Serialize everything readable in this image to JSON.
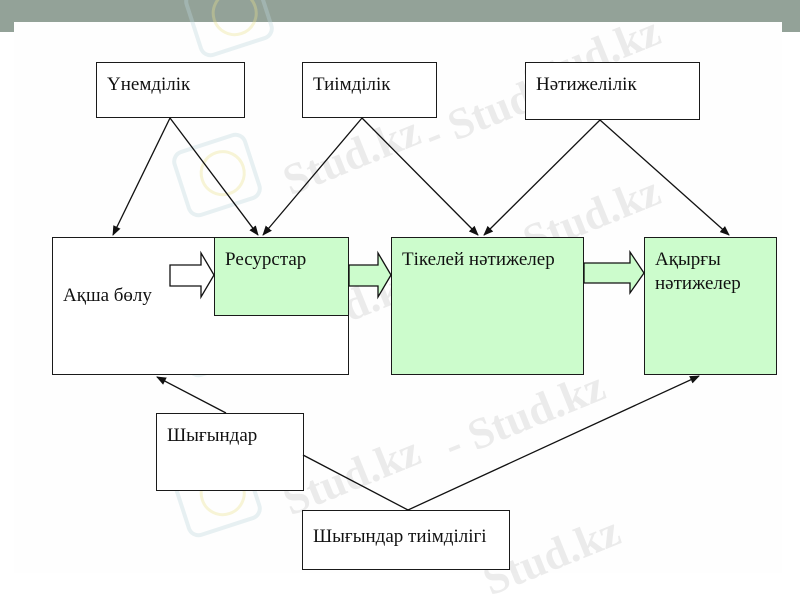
{
  "header": {
    "band_color": "#93a298"
  },
  "colors": {
    "box_fill_green": "#ccfccc",
    "box_fill_white": "#ffffff",
    "stroke": "#1a1a1a"
  },
  "diagram": {
    "top_boxes": [
      {
        "id": "unemdilik",
        "label": "Үнемділік"
      },
      {
        "id": "tiimdilik",
        "label": "Тиімділік"
      },
      {
        "id": "natijelilik",
        "label": "Нәтижелілік"
      }
    ],
    "middle_boxes": [
      {
        "id": "aksha_bolu",
        "label": "Ақша бөлу"
      },
      {
        "id": "resurstar",
        "label": "Ресурстар"
      },
      {
        "id": "tikelei",
        "label": "Тікелей нәтижелер"
      },
      {
        "id": "akyrgy",
        "label_line1": "Ақырғы",
        "label_line2": "нәтижелер"
      }
    ],
    "bottom_boxes": [
      {
        "id": "shygyndar",
        "label": "Шығындар"
      },
      {
        "id": "shygyndar_tiimdiligi",
        "label": "Шығындар тиімділігі"
      }
    ],
    "edges": [
      {
        "from": "Үнемділік",
        "to": "Ақша бөлу",
        "type": "arrow"
      },
      {
        "from": "Үнемділік",
        "to": "Ресурстар",
        "type": "arrow"
      },
      {
        "from": "Тиімділік",
        "to": "Ресурстар",
        "type": "arrow"
      },
      {
        "from": "Тиімділік",
        "to": "Тікелей нәтижелер",
        "type": "arrow"
      },
      {
        "from": "Нәтижелілік",
        "to": "Тікелей нәтижелер",
        "type": "arrow"
      },
      {
        "from": "Нәтижелілік",
        "to": "Ақырғы нәтижелер",
        "type": "arrow"
      },
      {
        "from": "Ақша бөлу",
        "to": "Ресурстар",
        "type": "block-arrow"
      },
      {
        "from": "Ресурстар",
        "to": "Тікелей нәтижелер",
        "type": "block-arrow"
      },
      {
        "from": "Тікелей нәтижелер",
        "to": "Ақырғы нәтижелер",
        "type": "block-arrow"
      },
      {
        "from": "Шығындар",
        "to": "Ақша бөлу",
        "type": "arrow"
      },
      {
        "from": "Шығындар",
        "to": "Шығындар тиімділігі",
        "type": "line"
      },
      {
        "from": "Шығындар тиімділігі",
        "to": "Ақырғы нәтижелер",
        "type": "arrow"
      }
    ]
  },
  "watermark": {
    "text": "Stud.kz",
    "text_alt": "- Stud.kz"
  }
}
